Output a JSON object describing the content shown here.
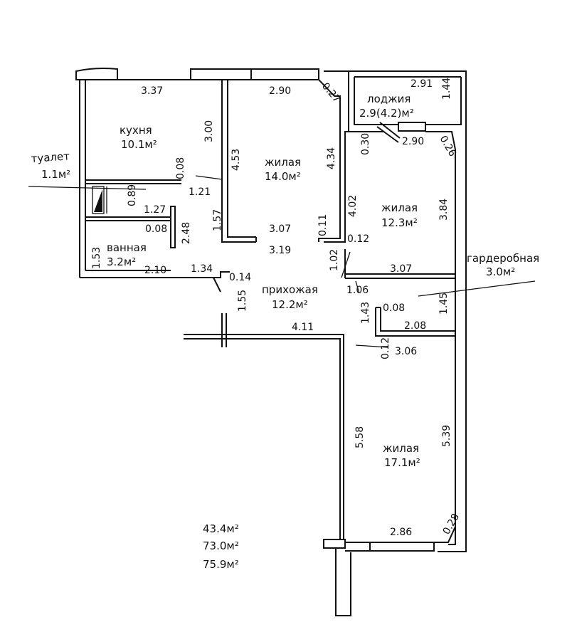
{
  "rooms": [
    {
      "name": "кухня",
      "area": "10.1м²"
    },
    {
      "name": "жилая",
      "area": "14.0м²"
    },
    {
      "name": "лоджия",
      "area": "2.9(4.2)м²"
    },
    {
      "name": "жилая",
      "area": "12.3м²"
    },
    {
      "name": "гардеробная",
      "area": "3.0м²"
    },
    {
      "name": "туалет",
      "area": "1.1м²"
    },
    {
      "name": "ванная",
      "area": "3.2м²"
    },
    {
      "name": "прихожая",
      "area": "12.2м²"
    },
    {
      "name": "жилая",
      "area": "17.1м²"
    }
  ],
  "dimensions": [
    "3.37",
    "2.90",
    "0.27",
    "2.91",
    "1.44",
    "3.00",
    "4.53",
    "4.34",
    "0.30",
    "2.90",
    "0.26",
    "0.08",
    "0.89",
    "1.21",
    "4.02",
    "3.84",
    "1.27",
    "0.08",
    "2.48",
    "1.57",
    "3.07",
    "0.11",
    "0.12",
    "3.19",
    "1.53",
    "2.10",
    "1.34",
    "0.14",
    "1.02",
    "3.07",
    "1.06",
    "1.55",
    "1.43",
    "0.08",
    "1.45",
    "2.08",
    "4.11",
    "0.12",
    "3.06",
    "5.58",
    "5.39",
    "2.86",
    "0.28"
  ],
  "totals": [
    "43.4м²",
    "73.0м²",
    "75.9м²"
  ]
}
